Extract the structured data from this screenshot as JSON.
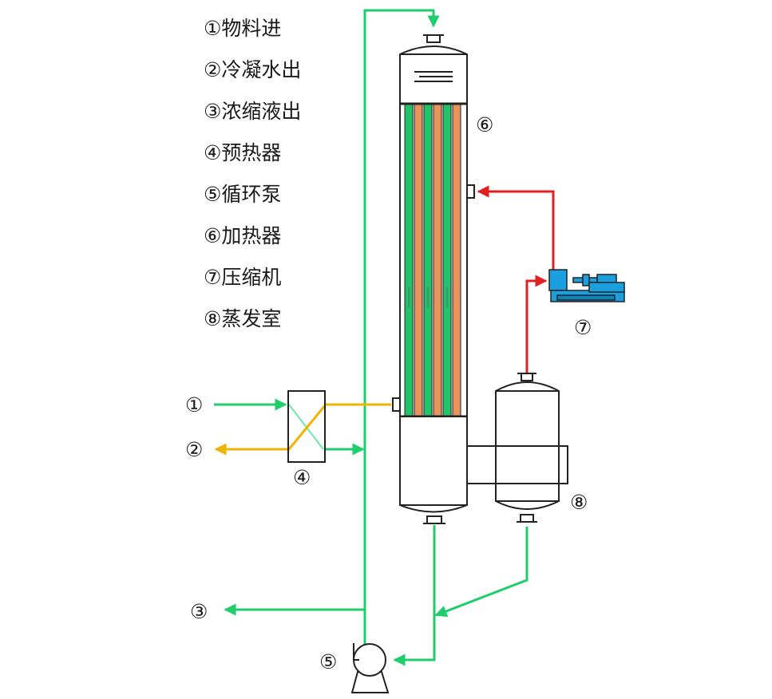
{
  "legend": {
    "items": [
      {
        "num": "①",
        "label": "物料进"
      },
      {
        "num": "②",
        "label": "冷凝水出"
      },
      {
        "num": "③",
        "label": "浓缩液出"
      },
      {
        "num": "④",
        "label": "预热器"
      },
      {
        "num": "⑤",
        "label": "循环泵"
      },
      {
        "num": "⑥",
        "label": "加热器"
      },
      {
        "num": "⑦",
        "label": "压缩机"
      },
      {
        "num": "⑧",
        "label": "蒸发室"
      }
    ]
  },
  "callouts": {
    "feed_in": "①",
    "condensate_out": "②",
    "concentrate_out": "③",
    "preheater": "④",
    "pump": "⑤",
    "heater": "⑥",
    "compressor": "⑦",
    "evaporator": "⑧"
  },
  "colors": {
    "process_line": "#1fce6a",
    "vapor_line": "#e02020",
    "condensate_line": "#f0b400",
    "tube_green": "#22c26a",
    "tube_orange": "#e8935a",
    "compressor_blue": "#1aa0e0",
    "outline": "#222222"
  }
}
